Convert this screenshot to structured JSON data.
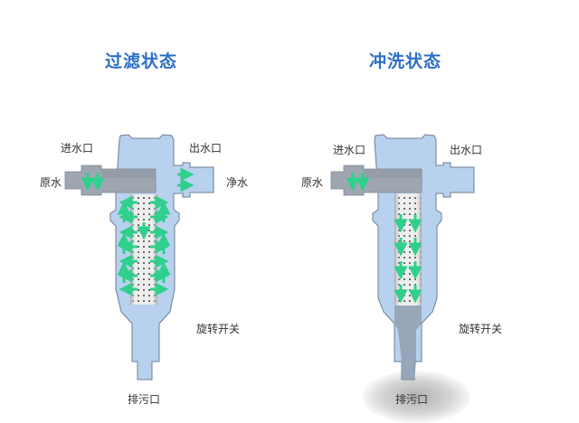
{
  "left_panel": {
    "title": "过滤状态",
    "labels": {
      "inlet": "进水口",
      "outlet": "出水口",
      "raw_water": "原水",
      "clean_water": "净水",
      "rotary_switch": "旋转开关",
      "drain": "排污口"
    }
  },
  "right_panel": {
    "title": "冲洗状态",
    "labels": {
      "inlet": "进水口",
      "outlet": "出水口",
      "raw_water": "原水",
      "rotary_switch": "旋转开关",
      "drain": "排污口"
    }
  },
  "colors": {
    "title": "#2c6fc6",
    "body": "#b7d1ee",
    "body_outline": "#6e7f92",
    "pipe": "#9ea7b1",
    "filter": "#d9d9d9",
    "arrow": "#2fcf8d",
    "drain_smudge": "#a9a9a9"
  }
}
